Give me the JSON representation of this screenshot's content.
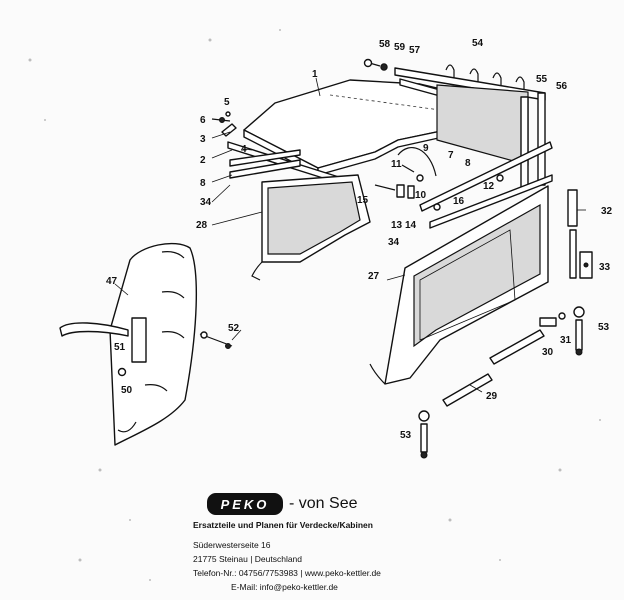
{
  "callouts": {
    "c1": "1",
    "c2": "2",
    "c3": "3",
    "c4": "4",
    "c5": "5",
    "c6": "6",
    "c7": "7",
    "c8a": "8",
    "c8b": "8",
    "c9": "9",
    "c10": "10",
    "c11": "11",
    "c12": "12",
    "c13": "13",
    "c14": "14",
    "c15": "15",
    "c16": "16",
    "c27": "27",
    "c28": "28",
    "c29": "29",
    "c30": "30",
    "c31": "31",
    "c32": "32",
    "c33": "33",
    "c34a": "34",
    "c34b": "34",
    "c47": "47",
    "c50": "50",
    "c51": "51",
    "c52": "52",
    "c53a": "53",
    "c53b": "53",
    "c54": "54",
    "c55": "55",
    "c56": "56",
    "c57": "57",
    "c58": "58",
    "c59": "59"
  },
  "footer": {
    "logo": "PEKO",
    "brand_suffix": "- von See",
    "tagline": "Ersatzteile und Planen für Verdecke/Kabinen",
    "street": "Süderwesterseite 16",
    "city": "21775 Steinau | Deutschland",
    "phone_web": "Telefon-Nr.: 04756/7753983 | www.peko-kettler.de",
    "email": "E-Mail: info@peko-kettler.de"
  },
  "colors": {
    "ink": "#111111",
    "paper": "#fbfbfb",
    "panel_fill": "#d9d9d9"
  }
}
